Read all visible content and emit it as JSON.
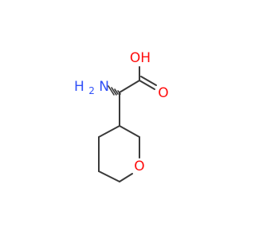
{
  "atoms": {
    "amine": {
      "main": "H",
      "sub": "2",
      "tail": "N"
    },
    "hydroxyl": "OH",
    "carbonyl_oxygen": "O",
    "ring_oxygen": "O"
  },
  "colors": {
    "bond": "#3a3a3a",
    "oxygen": "#ff0d0d",
    "nitrogen": "#3050f8"
  }
}
